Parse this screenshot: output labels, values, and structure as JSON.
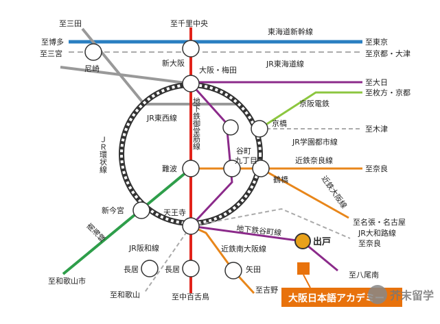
{
  "colors": {
    "shinkansen": "#2a7fc1",
    "jr_kyoto": "#999999",
    "midosuji": "#e2231a",
    "tanimachi": "#8b2a8a",
    "keihan": "#8cc63f",
    "kintetsu": "#e8861a",
    "hanwa": "#2e9e4a",
    "loop": "#333333",
    "grey_dashed": "#aaaaaa",
    "school": "#e8720c",
    "watermark": "#6a6a6a"
  },
  "lines": {
    "tokaido_shinkansen": "東海道新幹線",
    "jr_tokaido": "JR東海道線",
    "keihan": "京阪電鉄",
    "jr_tozai": "JR東西線",
    "jr_gakken": "JR学園都市線",
    "kintetsu_nara": "近鉄奈良線",
    "kintetsu_osaka": "近鉄大阪線",
    "jr_loop": "ＪＲ環状線",
    "midosuji": "地下鉄御堂筋線",
    "nankai": "南海線",
    "jr_hanwa": "JR阪和線",
    "tanimachi": "地下鉄谷町線",
    "kintetsu_minami": "近鉄南大阪線",
    "jr_yamatoji": "JR大和路線"
  },
  "directions": {
    "sanda": "至三田",
    "senri": "至千里中央",
    "hakata": "至博多",
    "sannomiya": "至三宮",
    "tokyo": "至東京",
    "kyoto_otsu": "至京都・大津",
    "dainichi": "至大日",
    "hirakata": "至枚方・京都",
    "kizu": "至木津",
    "nara": "至奈良",
    "nabari": "至名張・名古屋",
    "yamatoji_nara": "至奈良",
    "yao": "至八尾南",
    "wakayama_city": "至和歌山市",
    "wakayama": "至和歌山",
    "nakamozu": "至中百舌鳥",
    "yoshino": "至吉野"
  },
  "stations": {
    "amagasaki": "尼崎",
    "shin_osaka": "新大阪",
    "umeda": "大阪・梅田",
    "kyobashi": "京橋",
    "tanimachi": "谷町\n九丁目",
    "tsuruhashi": "鶴橋",
    "namba": "難波",
    "shin_imamiya": "新今宮",
    "tennoji": "天王寺",
    "deto": "出戸",
    "nagai_left": "長居",
    "nagai_mid": "長居",
    "yata": "矢田"
  },
  "school": {
    "name": "大阪日本語アカデミー"
  },
  "watermark": {
    "text": "芥末留学"
  }
}
